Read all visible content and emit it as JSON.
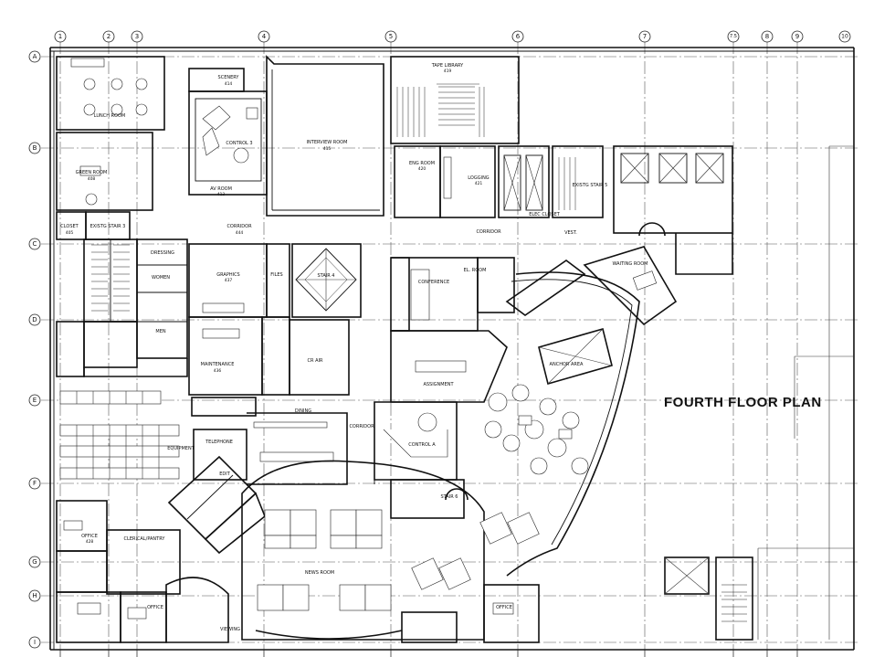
{
  "title": "FOURTH FLOOR PLAN",
  "grid": {
    "columns": [
      "1",
      "2",
      "3",
      "4",
      "5",
      "6",
      "7",
      "7.5",
      "8",
      "9",
      "10"
    ],
    "rows": [
      "A",
      "B",
      "C",
      "D",
      "E",
      "F",
      "G",
      "H",
      "I"
    ]
  },
  "rooms": [
    {
      "name": "LUNCH ROOM",
      "number": ""
    },
    {
      "name": "SCENERY",
      "number": "414"
    },
    {
      "name": "CONTROL 3",
      "number": ""
    },
    {
      "name": "AV ROOM",
      "number": "413"
    },
    {
      "name": "INTERVIEW ROOM",
      "number": "415"
    },
    {
      "name": "TAPE LIBRARY",
      "number": "419"
    },
    {
      "name": "ENG ROOM",
      "number": "420"
    },
    {
      "name": "LOGGING",
      "number": "421"
    },
    {
      "name": "GREEN ROOM",
      "number": "408"
    },
    {
      "name": "CLOSET",
      "number": "405"
    },
    {
      "name": "EXISTG STAIR 3",
      "number": ""
    },
    {
      "name": "CORRIDOR",
      "number": "444"
    },
    {
      "name": "CORRIDOR",
      "number": ""
    },
    {
      "name": "VEST.",
      "number": ""
    },
    {
      "name": "EXISTG STAIR 5",
      "number": ""
    },
    {
      "name": "ELEC CLOSET",
      "number": ""
    },
    {
      "name": "WAITING ROOM",
      "number": ""
    },
    {
      "name": "DRESSING",
      "number": ""
    },
    {
      "name": "WOMEN",
      "number": ""
    },
    {
      "name": "MEN",
      "number": ""
    },
    {
      "name": "GRAPHICS",
      "number": "437"
    },
    {
      "name": "FILES",
      "number": ""
    },
    {
      "name": "STAIR 4",
      "number": ""
    },
    {
      "name": "CONFERENCE",
      "number": ""
    },
    {
      "name": "EL. ROOM",
      "number": ""
    },
    {
      "name": "MAINTENANCE",
      "number": "436"
    },
    {
      "name": "CR AIR",
      "number": ""
    },
    {
      "name": "ANCHOR AREA",
      "number": ""
    },
    {
      "name": "ASSIGNMENT",
      "number": ""
    },
    {
      "name": "DINING",
      "number": ""
    },
    {
      "name": "CORRIDOR",
      "number": ""
    },
    {
      "name": "CONTROL A",
      "number": ""
    },
    {
      "name": "TELEPHONE",
      "number": ""
    },
    {
      "name": "EQUIPMENT",
      "number": ""
    },
    {
      "name": "EDIT",
      "number": ""
    },
    {
      "name": "STAIR 6",
      "number": ""
    },
    {
      "name": "OFFICE",
      "number": "428"
    },
    {
      "name": "CLERICAL/PANTRY",
      "number": ""
    },
    {
      "name": "NEWS ROOM",
      "number": ""
    },
    {
      "name": "OFFICE",
      "number": ""
    },
    {
      "name": "VIEWING",
      "number": ""
    },
    {
      "name": "OFFICE",
      "number": ""
    }
  ]
}
